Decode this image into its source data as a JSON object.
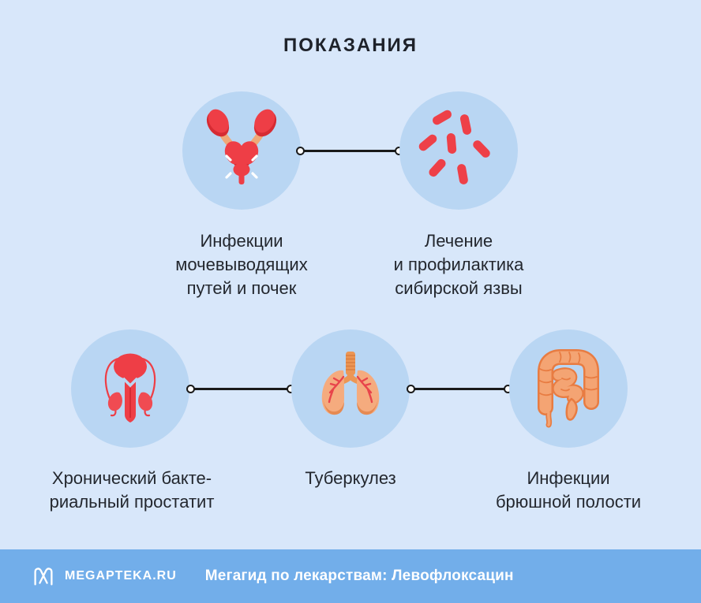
{
  "title": "ПОКАЗАНИЯ",
  "cards": [
    {
      "icon": "urinary-system-icon",
      "label": "Инфекции\nмочевыводящих\nпутей и почек"
    },
    {
      "icon": "anthrax-bacteria-icon",
      "label": "Лечение\nи профилактика\nсибирской язвы"
    },
    {
      "icon": "male-reproductive-icon",
      "label": "Хронический бакте-\nриальный простатит"
    },
    {
      "icon": "lungs-icon",
      "label": "Туберкулез"
    },
    {
      "icon": "intestines-icon",
      "label": "Инфекции\nбрюшной полости"
    }
  ],
  "footer": {
    "brand": "MEGAPTEKA.RU",
    "caption": "Мегагид по лекарствам: Левофлоксацин"
  },
  "colors": {
    "background": "#d8e7fa",
    "circle_fill": "#b9d6f3",
    "footer_bar": "#72aeea",
    "organ_red": "#ee3e46",
    "organ_red_dark": "#d62b33",
    "ureter_orange": "#f0a878",
    "lung_orange": "#f5ab7e",
    "lung_shade": "#e68a52",
    "intestine_fill": "#f4a473",
    "intestine_outline": "#e87c42",
    "text": "#23272e",
    "connector": "#1a1a1a",
    "footer_text": "#ffffff"
  }
}
